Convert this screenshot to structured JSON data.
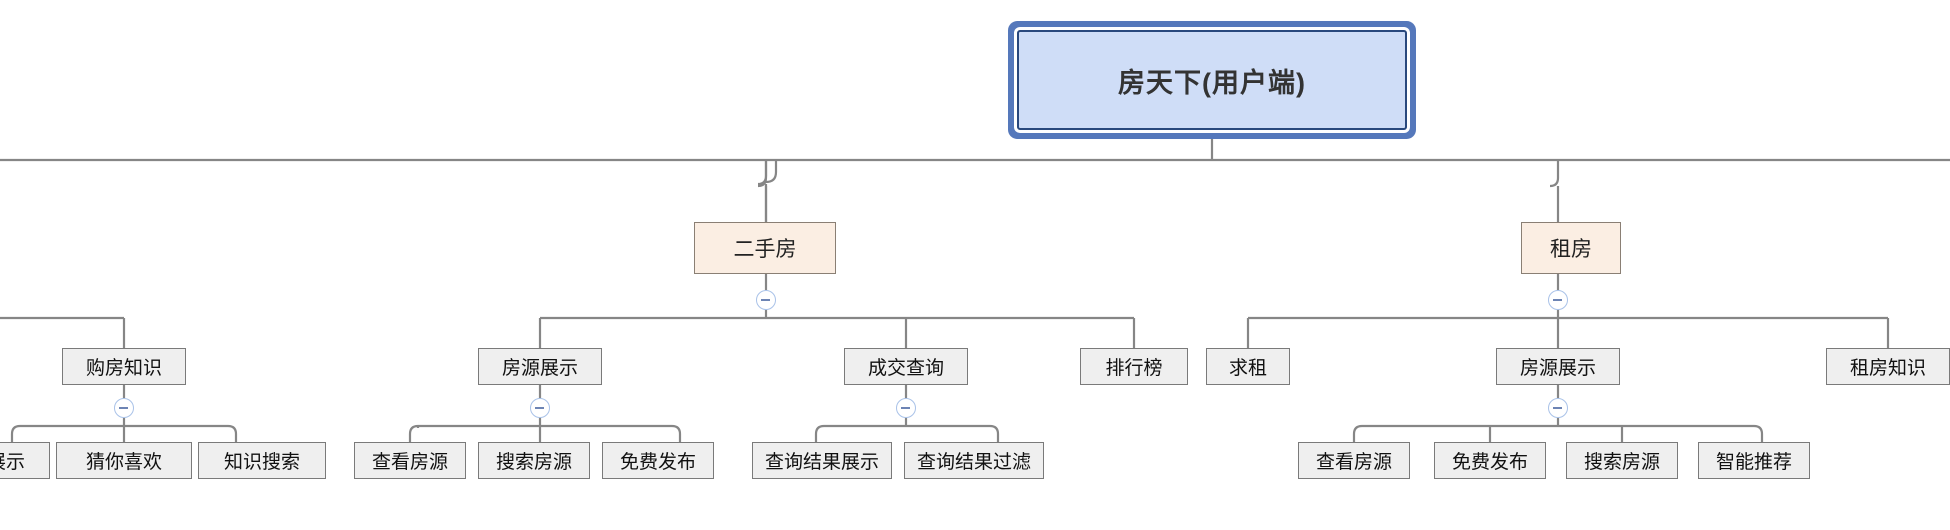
{
  "diagram": {
    "type": "mindmap-tree",
    "title": "房天下(用户端)",
    "orientation": "top-down",
    "colors": {
      "root_fill": "#cfddf7",
      "root_border": "#29487d",
      "root_outer_frame": "#5578bb",
      "level2_fill": "#fbeee3",
      "level2_border": "#8a7f74",
      "level3_fill": "#efefef",
      "level3_border": "#7a7a7a",
      "edge": "#868686",
      "toggle_border": "#a9c2e8",
      "toggle_glyph": "#6d84b4",
      "canvas": "#ffffff"
    },
    "toggle_icon": "minus-circle-collapse-icon"
  },
  "root": {
    "label": "房天下(用户端)"
  },
  "branches": [
    {
      "label": "二手房",
      "has_toggle": true,
      "children": [
        {
          "label": "房源展示",
          "has_toggle": true,
          "children": [
            {
              "label": "查看房源"
            },
            {
              "label": "搜索房源"
            },
            {
              "label": "免费发布"
            }
          ]
        },
        {
          "label": "成交查询",
          "has_toggle": true,
          "children": [
            {
              "label": "查询结果展示"
            },
            {
              "label": "查询结果过滤"
            }
          ]
        },
        {
          "label": "排行榜",
          "has_toggle": false,
          "children": []
        }
      ]
    },
    {
      "label": "租房",
      "has_toggle": true,
      "children": [
        {
          "label": "求租",
          "has_toggle": false,
          "children": []
        },
        {
          "label": "房源展示",
          "has_toggle": true,
          "children": [
            {
              "label": "查看房源"
            },
            {
              "label": "免费发布"
            },
            {
              "label": "搜索房源"
            },
            {
              "label": "智能推荐"
            }
          ]
        },
        {
          "label": "租房知识",
          "has_toggle": false,
          "children": []
        }
      ]
    }
  ],
  "clipped_left_branch": {
    "note": "partially visible at left edge of canvas",
    "children": [
      {
        "label": "购房知识",
        "has_toggle": true,
        "children": [
          {
            "label": "展示"
          },
          {
            "label": "猜你喜欢"
          },
          {
            "label": "知识搜索"
          }
        ]
      }
    ]
  }
}
